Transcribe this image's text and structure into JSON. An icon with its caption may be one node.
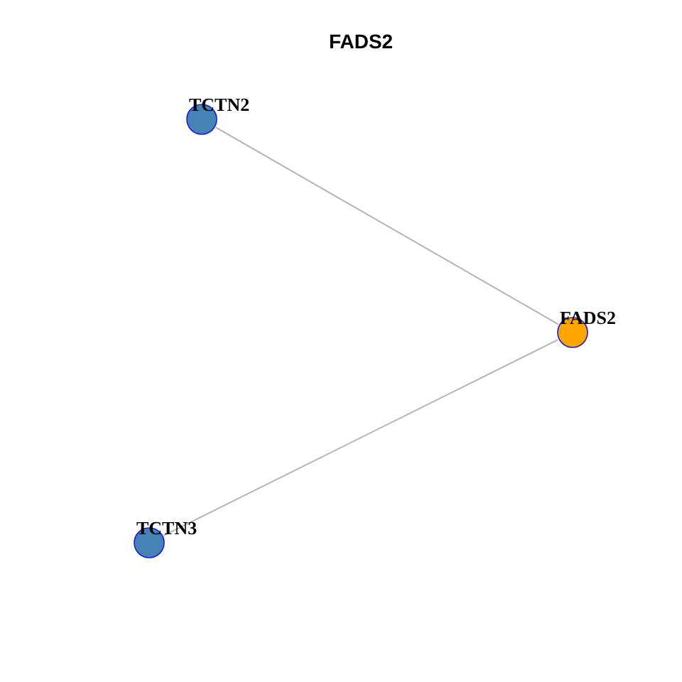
{
  "diagram": {
    "title": "FADS2",
    "nodes": [
      {
        "text": [
          "TCTN2"
        ]
      },
      {
        "text": [
          "FADS2"
        ]
      },
      {
        "text": [
          "TCTN3"
        ]
      }
    ],
    "edges": [
      {
        "from": 0,
        "to": 1,
        "arrow": "none"
      },
      {
        "from": 2,
        "to": 1,
        "arrow": "none"
      }
    ]
  }
}
